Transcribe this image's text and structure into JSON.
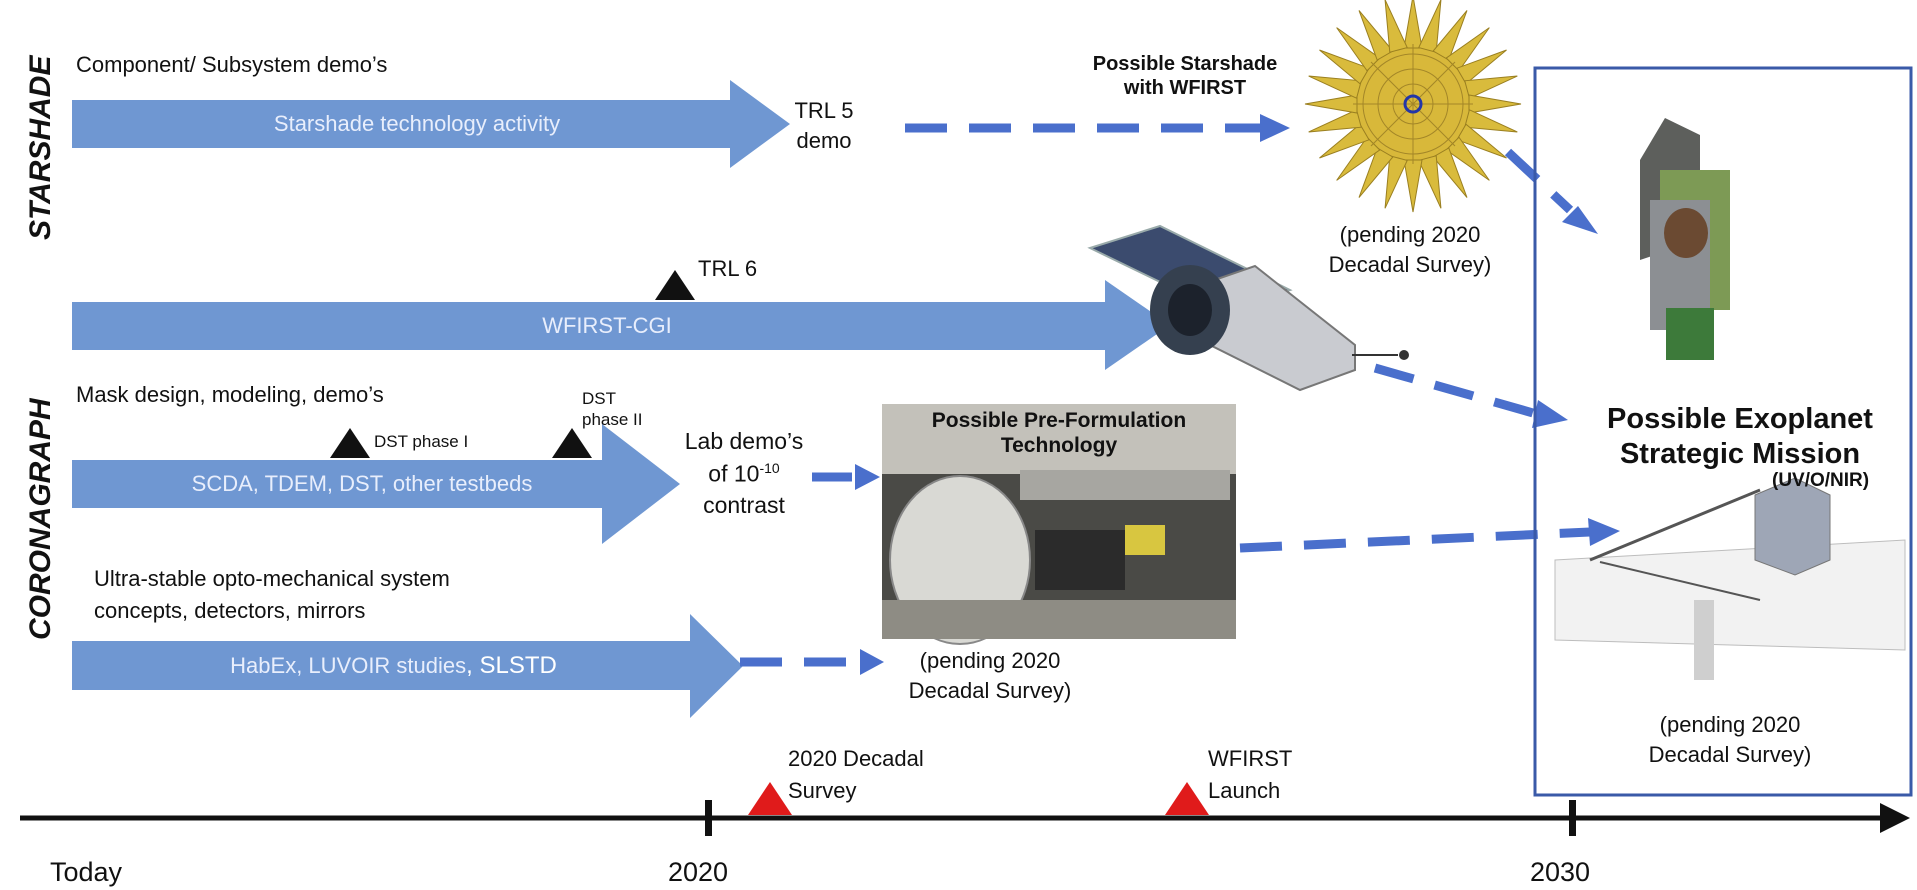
{
  "side_labels": {
    "starshade": "STARSHADE",
    "coronagraph": "CORONAGRAPH"
  },
  "rows": {
    "starshade": {
      "heading": "Component/ Subsystem demo’s",
      "arrow_label": "Starshade technology activity",
      "milestone_line1": "TRL 5",
      "milestone_line2": "demo"
    },
    "cgi": {
      "arrow_label": "WFIRST-CGI",
      "trl6": "TRL 6"
    },
    "mask": {
      "heading": "Mask design, modeling, demo’s",
      "arrow_label": "SCDA, TDEM, DST, other testbeds",
      "dst1": "DST phase I",
      "dst2_line1": "DST",
      "dst2_line2": "phase II",
      "lab_line1": "Lab demo’s",
      "lab_line2_pre": "of 10",
      "lab_line2_sup": "-10",
      "lab_line3": "contrast"
    },
    "ultra": {
      "heading_line1": "Ultra-stable opto-mechanical system",
      "heading_line2": "concepts, detectors, mirrors",
      "arrow_label": "HabEx, LUVOIR studies",
      "arrow_label_extra": ", SLSTD"
    }
  },
  "starshade_wfirst": {
    "line1": "Possible Starshade",
    "line2": "with WFIRST"
  },
  "pending_starshade": {
    "line1": "(pending 2020",
    "line2": "Decadal Survey)"
  },
  "preformulation": {
    "line1": "Possible Pre-Formulation",
    "line2": "Technology"
  },
  "pending_pre": {
    "line1": "(pending 2020",
    "line2": "Decadal Survey)"
  },
  "mission": {
    "line1": "Possible Exoplanet",
    "line2": "Strategic Mission",
    "sub": "(UV/O/NIR)",
    "pending_line1": "(pending 2020",
    "pending_line2": "Decadal Survey)"
  },
  "timeline": {
    "events": [
      {
        "line1": "2020 Decadal",
        "line2": "Survey"
      },
      {
        "line1": "WFIRST",
        "line2": "Launch"
      }
    ],
    "labels": [
      "Today",
      "2020",
      "2030"
    ]
  },
  "colors": {
    "arrow": "#6f97d2",
    "dash": "#4a6fcc",
    "milestone": "#111111",
    "event": "#e01b1b",
    "box": "#3a5aa8"
  }
}
